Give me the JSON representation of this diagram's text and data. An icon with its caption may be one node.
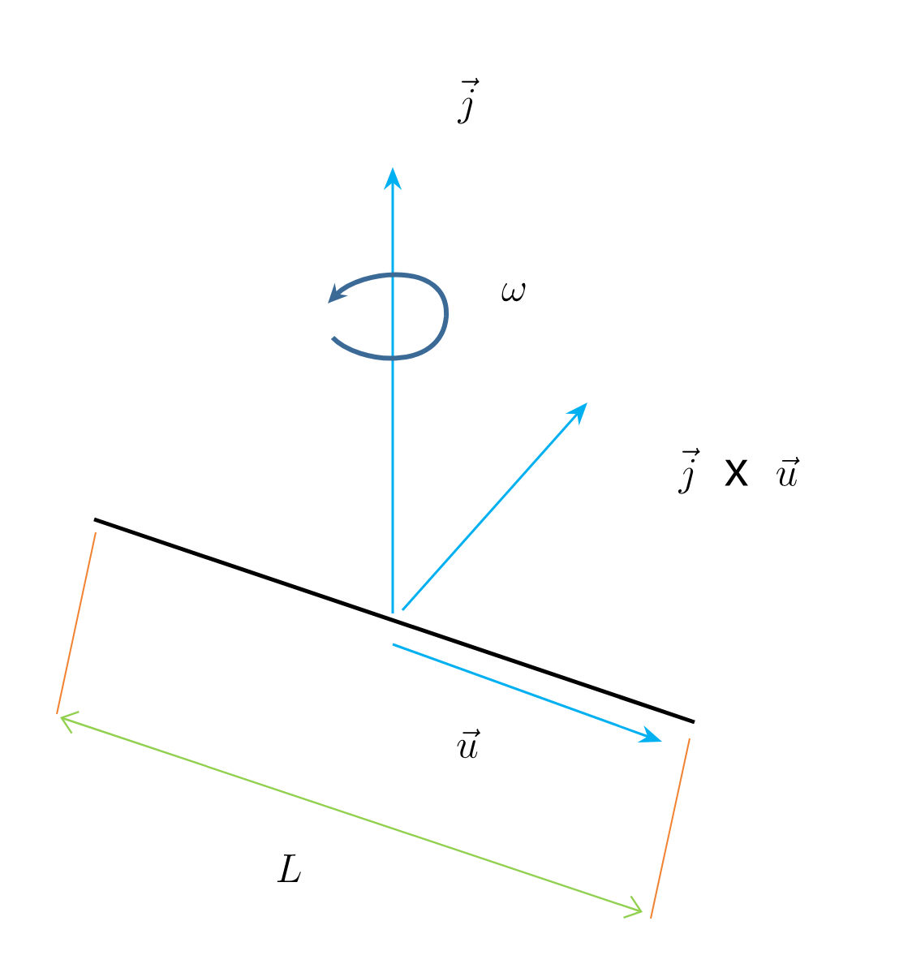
{
  "diagram": {
    "labels": [
      "\\vec{j}",
      "\\omega",
      "\\vec{j}\\ \\ \\mathrm{x}\\ \\ \\vec{u}",
      "\\vec{u}",
      "L"
    ]
  }
}
